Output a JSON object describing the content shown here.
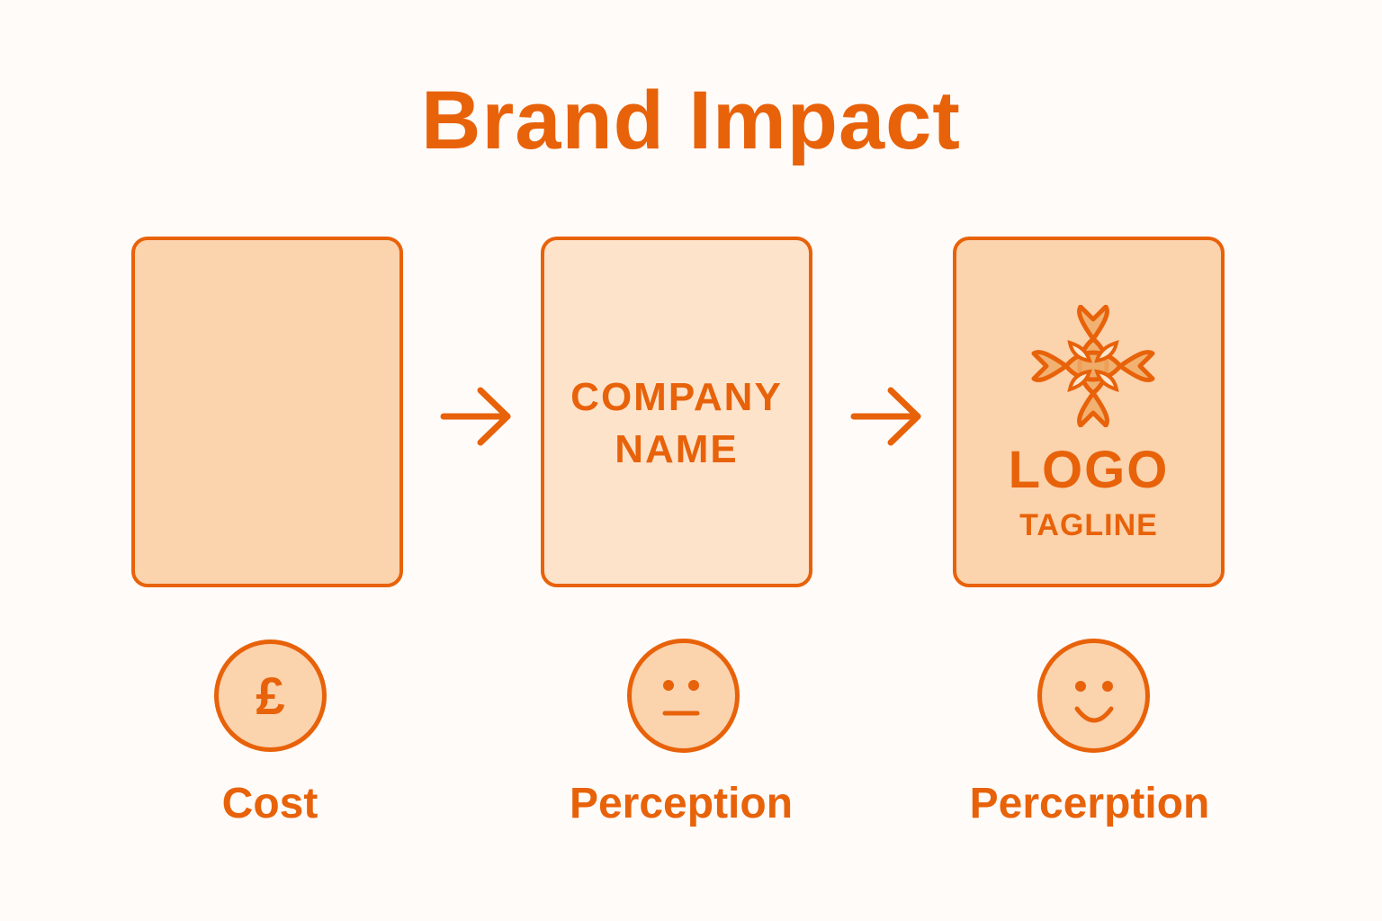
{
  "title": "Brand Impact",
  "colors": {
    "accent": "#e8620a",
    "card_fill": "#fbd3ad",
    "card_fill_light": "#fee3cb",
    "background": "#fffbf8"
  },
  "stages": [
    {
      "card": {
        "content": ""
      },
      "icon": "pound-coin-icon",
      "label": "Cost"
    },
    {
      "card": {
        "line1": "COMPANY",
        "line2": "NAME"
      },
      "icon": "neutral-face-icon",
      "label": "Perception"
    },
    {
      "card": {
        "logo_icon": "flower-logo-icon",
        "logo_text": "LOGO",
        "tagline": "TAGLINE"
      },
      "icon": "smiling-face-icon",
      "label": "Percerption"
    }
  ],
  "arrows": [
    "arrow-right-icon",
    "arrow-right-icon"
  ],
  "currency_symbol": "£"
}
